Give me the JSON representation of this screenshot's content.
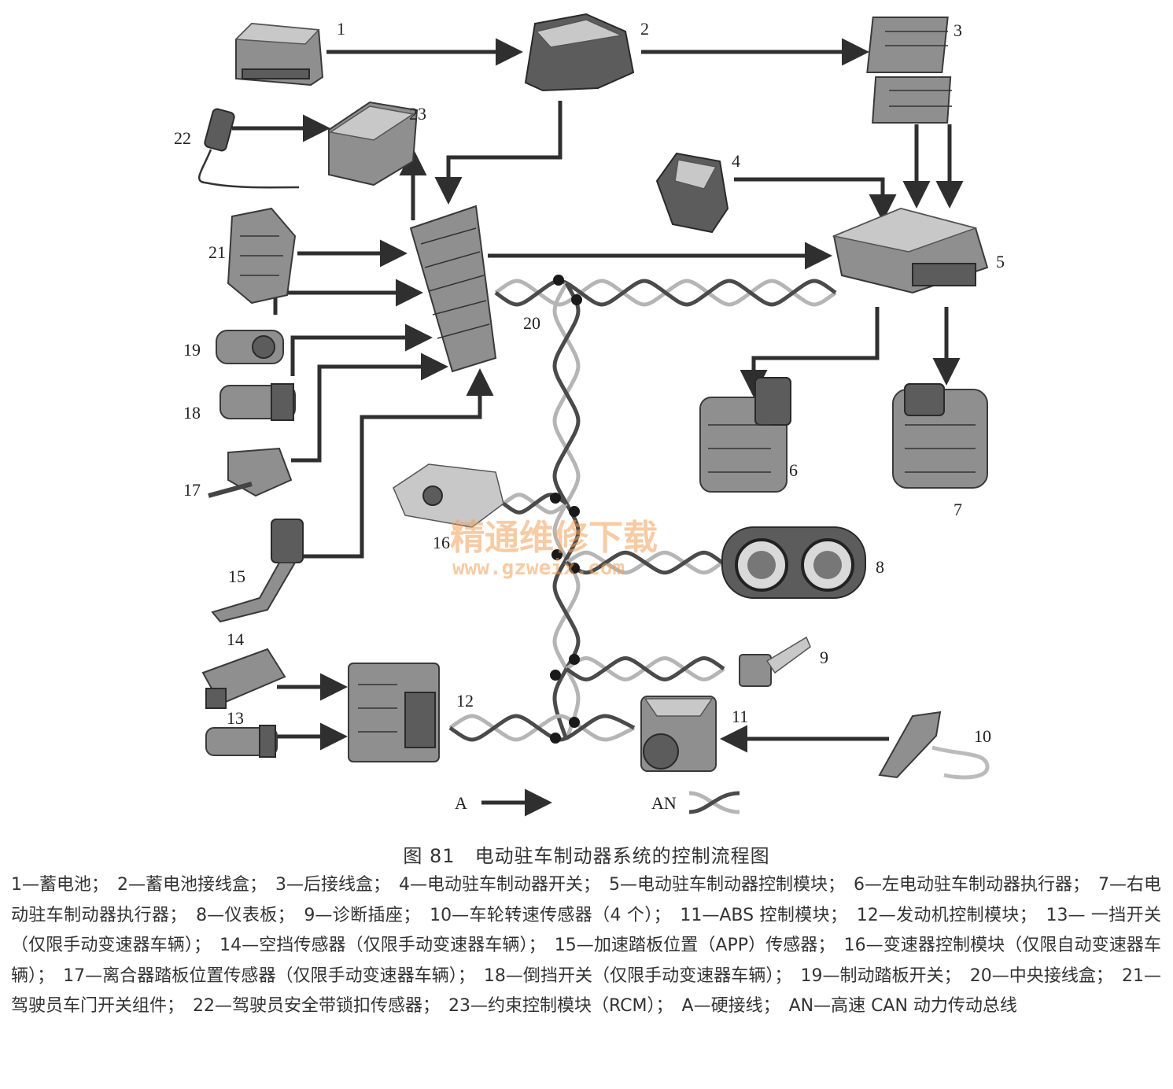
{
  "diagram": {
    "components": [
      {
        "num": "1",
        "icon": "battery-icon"
      },
      {
        "num": "2",
        "icon": "battery-junction-box-icon"
      },
      {
        "num": "3",
        "icon": "rear-junction-box-icon"
      },
      {
        "num": "4",
        "icon": "parking-brake-switch-icon"
      },
      {
        "num": "5",
        "icon": "parking-brake-module-icon"
      },
      {
        "num": "6",
        "icon": "left-actuator-icon"
      },
      {
        "num": "7",
        "icon": "right-actuator-icon"
      },
      {
        "num": "8",
        "icon": "instrument-cluster-icon"
      },
      {
        "num": "9",
        "icon": "diagnostic-socket-icon"
      },
      {
        "num": "10",
        "icon": "wheel-speed-sensor-icon"
      },
      {
        "num": "11",
        "icon": "abs-module-icon"
      },
      {
        "num": "12",
        "icon": "engine-control-module-icon"
      },
      {
        "num": "13",
        "icon": "first-gear-switch-icon"
      },
      {
        "num": "14",
        "icon": "neutral-sensor-icon"
      },
      {
        "num": "15",
        "icon": "accelerator-pedal-icon"
      },
      {
        "num": "16",
        "icon": "transmission-module-icon"
      },
      {
        "num": "17",
        "icon": "clutch-pedal-sensor-icon"
      },
      {
        "num": "18",
        "icon": "reverse-switch-icon"
      },
      {
        "num": "19",
        "icon": "brake-pedal-switch-icon"
      },
      {
        "num": "20",
        "icon": "central-junction-box-icon"
      },
      {
        "num": "21",
        "icon": "driver-door-switch-icon"
      },
      {
        "num": "22",
        "icon": "seatbelt-buckle-sensor-icon"
      },
      {
        "num": "23",
        "icon": "restraint-module-icon"
      }
    ],
    "legend": {
      "hard_label": "A",
      "can_label": "AN"
    },
    "watermark": {
      "text": "精通维修下载",
      "url": "www.gzweix.com"
    },
    "colors": {
      "hardwire": "#2f2f2f",
      "can_dark": "#4a4a4a",
      "can_light": "#b5b5b5",
      "watermark": "#f0a15a"
    }
  },
  "caption": {
    "title": "图 81　电动驻车制动器系统的控制流程图",
    "body": "1—蓄电池；　2—蓄电池接线盒；　3—后接线盒；　4—电动驻车制动器开关；　5—电动驻车制动器控制模块；　6—左电动驻车制动器执行器；　7—右电动驻车制动器执行器；　8—仪表板；　9—诊断插座；　10—车轮转速传感器（4 个）；　11—ABS 控制模块；　12—发动机控制模块；　13— 一挡开关（仅限手动变速器车辆）；　14—空挡传感器（仅限手动变速器车辆）；　15—加速踏板位置（APP）传感器；　16—变速器控制模块（仅限自动变速器车辆）；　17—离合器踏板位置传感器（仅限手动变速器车辆）；　18—倒挡开关（仅限手动变速器车辆）；　19—制动踏板开关；　20—中央接线盒；　21—驾驶员车门开关组件；　22—驾驶员安全带锁扣传感器；　23—约束控制模块（RCM）；　A—硬接线；　AN—高速 CAN 动力传动总线"
  }
}
